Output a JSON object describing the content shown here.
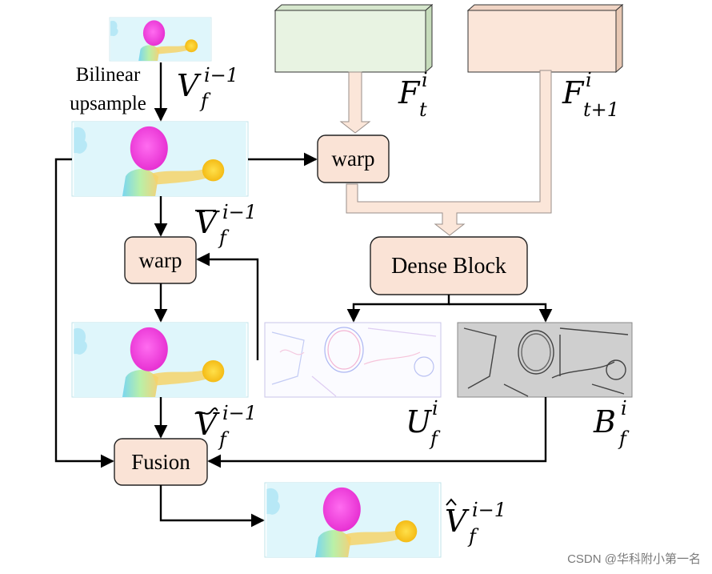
{
  "boxes": {
    "warp_top": "warp",
    "warp_left": "warp",
    "dense_block": "Dense Block",
    "fusion": "Fusion"
  },
  "labels": {
    "bilinear_line1": "Bilinear",
    "bilinear_line2": "upsample",
    "v_prev": {
      "base": "V",
      "sub": "f",
      "sup": "i−1"
    },
    "v_bar": {
      "base": "V",
      "sub": "f",
      "sup": "i−1",
      "accent": "bar"
    },
    "v_tilde": {
      "base": "V",
      "sub": "f",
      "sup": "i−1",
      "accent": "tilde"
    },
    "v_hat": {
      "base": "V",
      "sub": "f",
      "sup": "i−1",
      "accent": "hat"
    },
    "f_t": {
      "base": "F",
      "sub": "t",
      "sup": "i"
    },
    "f_t1": {
      "base": "F",
      "sub": "t+1",
      "sup": "i"
    },
    "u_f": {
      "base": "U",
      "sub": "f",
      "sup": "i"
    },
    "b_f": {
      "base": "B",
      "sub": "f",
      "sup": "i"
    }
  },
  "watermark": "CSDN @华科附小第一名",
  "colors": {
    "box_fill": "#fae3d6",
    "box_stroke": "#222222",
    "feature_green": "#e8f3e2",
    "feature_peach": "#fbe6d9",
    "flow_bg": "#dff6fb",
    "flow_magenta": "#f03ce0",
    "flow_yellow": "#f6c419",
    "arrow": "#000000",
    "pipe_fill": "#fbe6d9",
    "pipe_stroke": "#9a8f8a"
  }
}
